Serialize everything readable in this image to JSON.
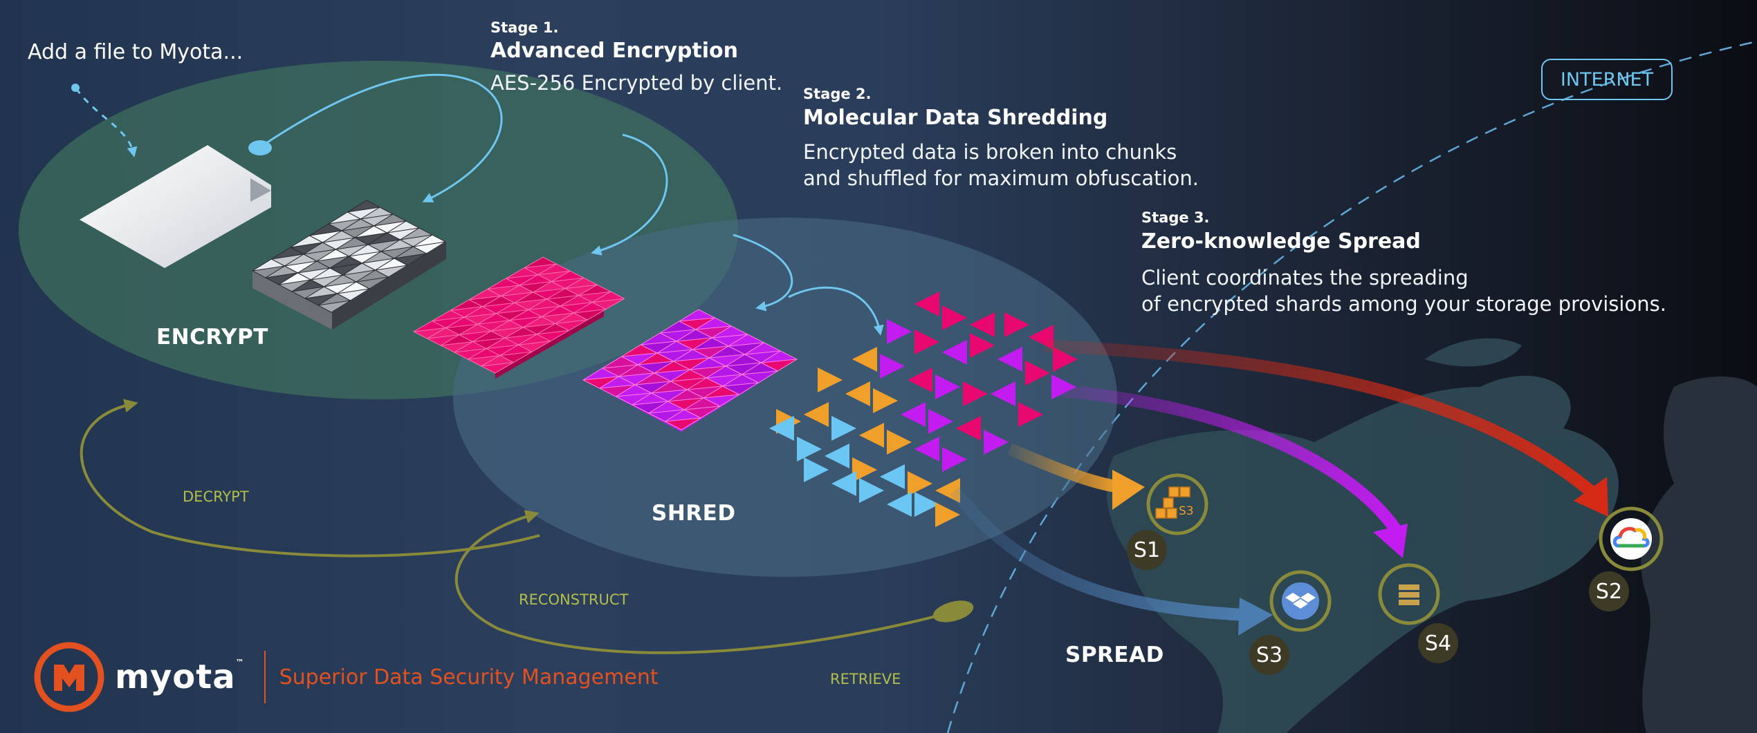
{
  "intro": "Add a file to Myota...",
  "stages": [
    {
      "label": "Stage 1.",
      "title": "Advanced Encryption",
      "desc": [
        "AES-256 Encrypted by client."
      ]
    },
    {
      "label": "Stage 2.",
      "title": "Molecular Data Shredding",
      "desc": [
        "Encrypted data is broken into chunks",
        "and shuffled for maximum obfuscation."
      ]
    },
    {
      "label": "Stage 3.",
      "title": "Zero-knowledge Spread",
      "desc": [
        "Client coordinates the spreading",
        "of encrypted shards among your storage provisions."
      ]
    }
  ],
  "phases": {
    "encrypt": "ENCRYPT",
    "shred": "SHRED",
    "spread": "SPREAD"
  },
  "flows": {
    "decrypt": "DECRYPT",
    "reconstruct": "RECONSTRUCT",
    "retrieve": "RETRIEVE"
  },
  "internet": "INTERNET",
  "storage": [
    {
      "id": "S1",
      "icon": "aws-s3-icon",
      "icon_text": "S3"
    },
    {
      "id": "S2",
      "icon": "google-cloud-icon"
    },
    {
      "id": "S3",
      "icon": "dropbox-icon"
    },
    {
      "id": "S4",
      "icon": "server-icon"
    }
  ],
  "brand": {
    "name": "myota",
    "tm": "™",
    "tagline": "Superior Data Security Management"
  },
  "colors": {
    "accent_blue": "#6fc7ef",
    "magenta": "#e8086f",
    "purple": "#c21cf0",
    "orange": "#f0a02a",
    "cyan": "#6cc6f4",
    "red": "#d42a16",
    "olive": "#8a8b3a",
    "brand_orange": "#e2511f"
  }
}
